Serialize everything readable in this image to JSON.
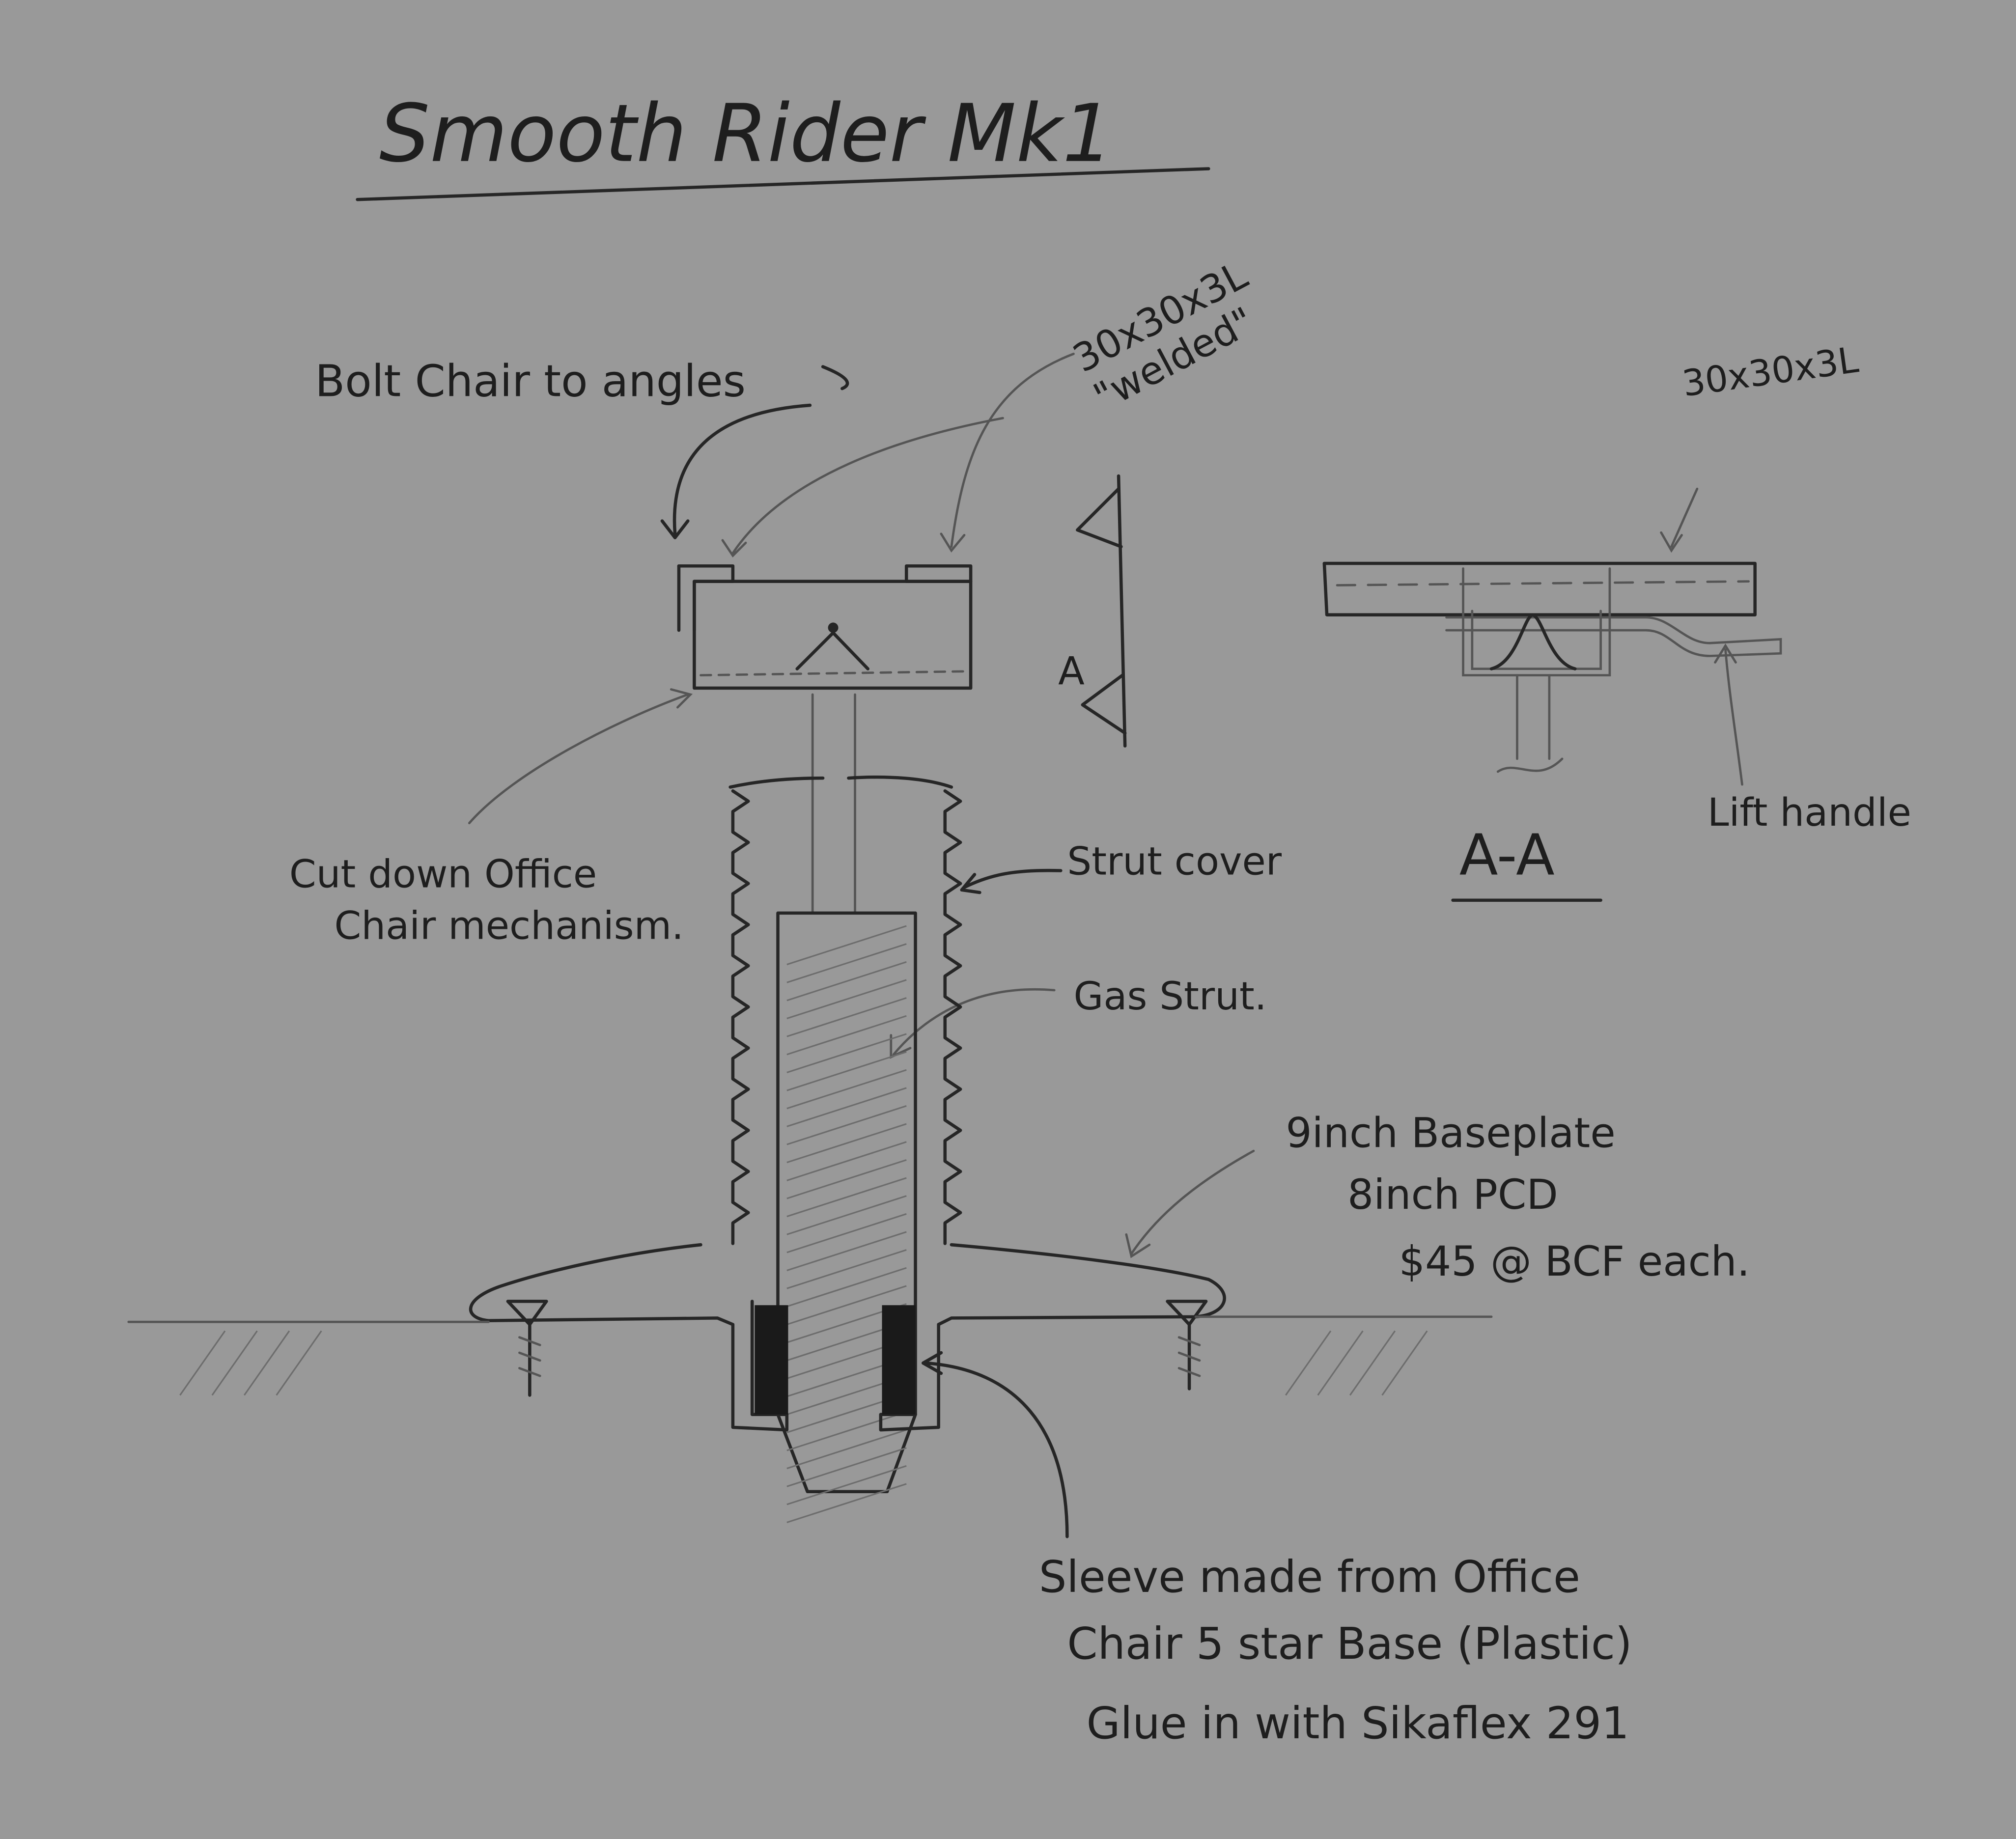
{
  "title": "Smooth Rider Mk1",
  "labels": {
    "bolt_chair": "Bolt Chair to angles",
    "angle_spec_1": "30x30x3L",
    "welded": "\"welded\"",
    "angle_spec_2": "30x30x3L",
    "section_marker": "A",
    "section_title": "A-A",
    "lift_handle": "Lift handle",
    "mechanism_line1": "Cut down Office",
    "mechanism_line2": "Chair mechanism.",
    "strut_cover": "Strut cover",
    "gas_strut": "Gas Strut.",
    "baseplate_line1": "9inch Baseplate",
    "baseplate_line2": "8inch PCD",
    "baseplate_line3": "$45 @ BCF each.",
    "sleeve_line1": "Sleeve made from Office",
    "sleeve_line2": "Chair 5 star Base (Plastic)",
    "sleeve_line3": "Glue in with Sikaflex 291"
  },
  "colors": {
    "paper": "#999999",
    "ink": "#262626"
  }
}
